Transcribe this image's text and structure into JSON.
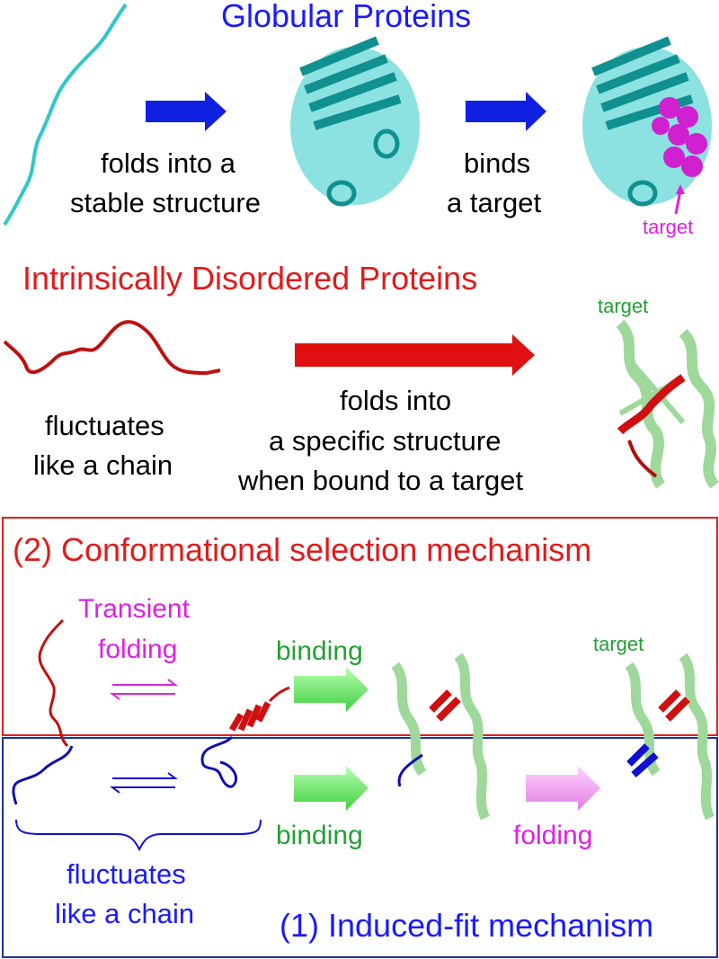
{
  "globular": {
    "title": "Globular Proteins",
    "step1": [
      "folds into a",
      "stable structure"
    ],
    "step2": [
      "binds",
      "a target"
    ],
    "target_label": "target"
  },
  "idp": {
    "title": "Intrinsically Disordered Proteins",
    "chain_desc": [
      "fluctuates",
      "like a chain"
    ],
    "fold_desc": [
      "folds into",
      "a specific structure",
      "when bound to a target"
    ],
    "target_label": "target"
  },
  "conformational": {
    "title": "(2) Conformational selection mechanism",
    "transient": [
      "Transient",
      "folding"
    ],
    "binding": "binding",
    "target_label": "target"
  },
  "induced": {
    "title": "(1) Induced-fit mechanism",
    "binding": "binding",
    "folding": "folding",
    "chain_desc": [
      "fluctuates",
      "like a chain"
    ]
  },
  "colors": {
    "globular_blue": "#1a1aff",
    "idp_red": "#e01b1b",
    "target_green": "#22a035",
    "transient_magenta": "#e020e0",
    "protein_cyan": "#2ec8c8",
    "target_protein_green": "#9ed89a"
  }
}
